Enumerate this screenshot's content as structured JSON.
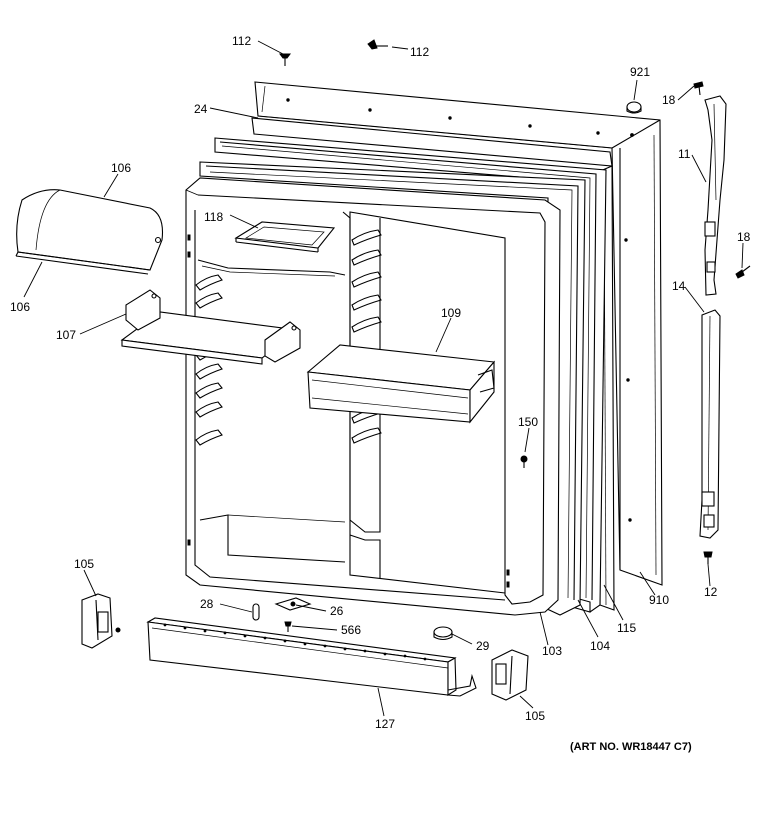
{
  "diagram": {
    "art_number": "(ART NO. WR18447 C7)",
    "labels": [
      {
        "key": "screw_top_left",
        "text": "112"
      },
      {
        "key": "screw_top_right",
        "text": "112"
      },
      {
        "key": "plug",
        "text": "921"
      },
      {
        "key": "gasket_top",
        "text": "24"
      },
      {
        "key": "screw_hinge_top",
        "text": "18"
      },
      {
        "key": "hinge_top",
        "text": "11"
      },
      {
        "key": "screw_hinge_right",
        "text": "18"
      },
      {
        "key": "dairy_door_top",
        "text": "106"
      },
      {
        "key": "dairy_door_bottom",
        "text": "106"
      },
      {
        "key": "egg_tray",
        "text": "118"
      },
      {
        "key": "shelf_small",
        "text": "107"
      },
      {
        "key": "bin",
        "text": "109"
      },
      {
        "key": "hinge_bottom",
        "text": "14"
      },
      {
        "key": "stop_screw",
        "text": "150"
      },
      {
        "key": "bracket_left",
        "text": "105"
      },
      {
        "key": "bracket_right",
        "text": "105"
      },
      {
        "key": "pin",
        "text": "28"
      },
      {
        "key": "plate",
        "text": "26"
      },
      {
        "key": "screw_plate",
        "text": "566"
      },
      {
        "key": "bumper",
        "text": "29"
      },
      {
        "key": "inner_liner",
        "text": "103"
      },
      {
        "key": "gasket",
        "text": "104"
      },
      {
        "key": "breaker",
        "text": "115"
      },
      {
        "key": "door_outer",
        "text": "910"
      },
      {
        "key": "hinge_screw_bottom",
        "text": "12"
      },
      {
        "key": "trim_bottom",
        "text": "127"
      }
    ]
  }
}
